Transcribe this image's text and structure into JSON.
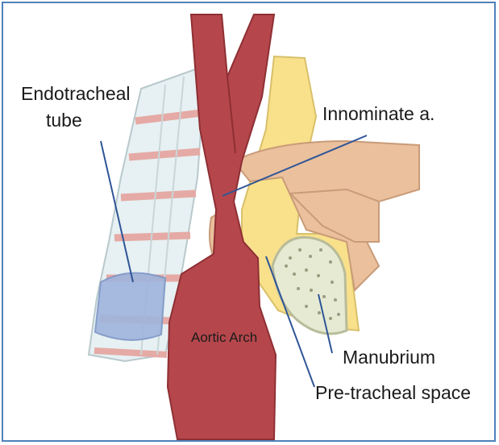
{
  "diagram": {
    "labels": {
      "endotracheal_line1": "Endotracheal",
      "endotracheal_line2": "tube",
      "innominate": "Innominate a.",
      "aortic_arch": "Aortic Arch",
      "manubrium": "Manubrium",
      "pretracheal": "Pre-tracheal space"
    },
    "colors": {
      "frame": "#4f81bd",
      "leader_line": "#2f5597",
      "artery": "#b5474c",
      "tissue": "#eac09d",
      "fat_layer": "#f9e08b",
      "bone": "#e6ead3",
      "trachea_ring": "#e7f0f2",
      "cuff": "#9fb4dc"
    }
  }
}
